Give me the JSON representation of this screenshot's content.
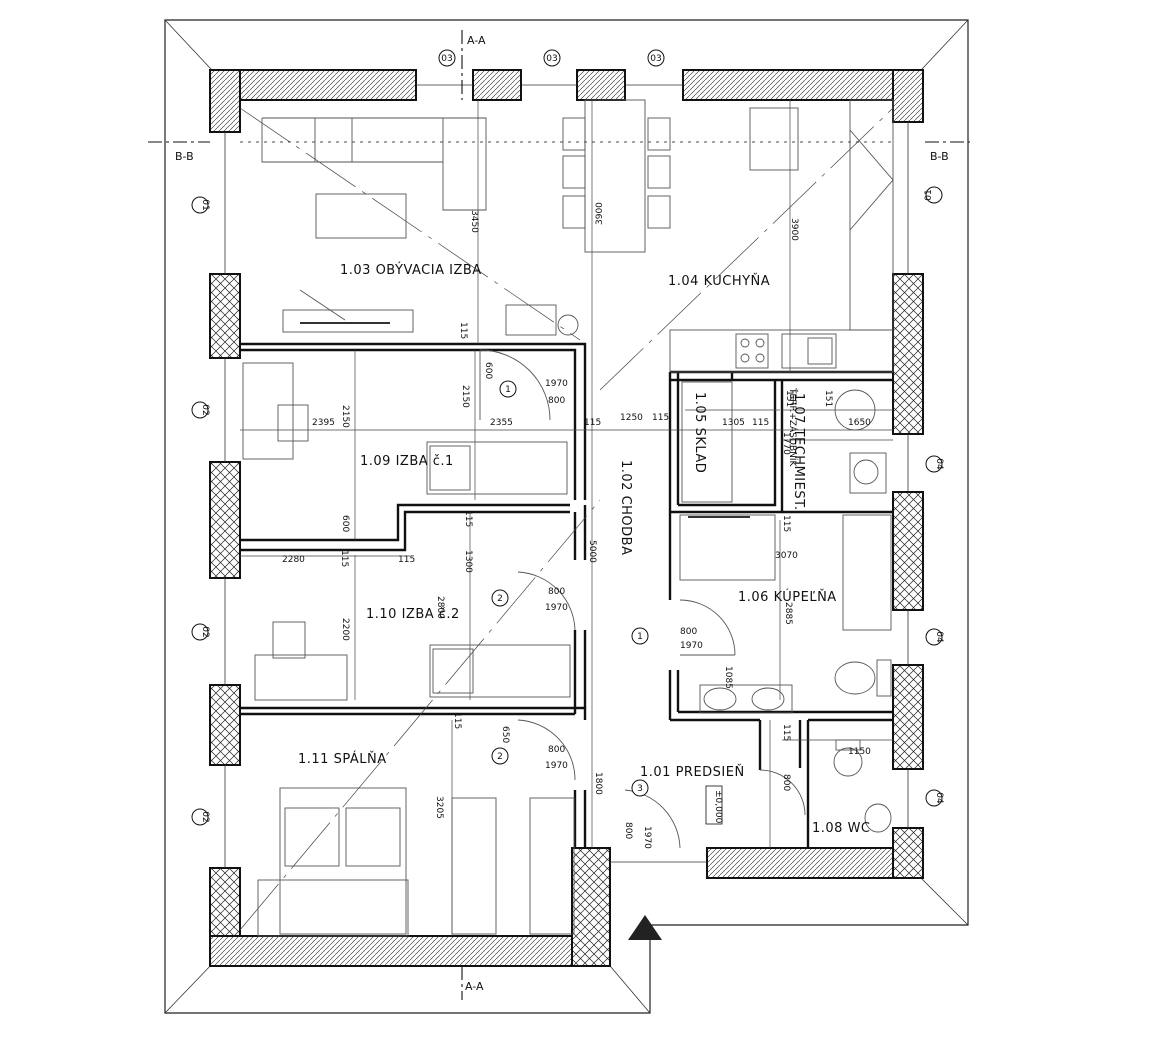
{
  "rooms": {
    "obyvacia": "1.03 OBÝVACIA IZBA",
    "kuchyna": "1.04 KUCHYŇA",
    "izba1": "1.09 IZBA č.1",
    "izba2": "1.10 IZBA č.2",
    "spalna": "1.11 SPÁLŇA",
    "chodba": "1.02 CHODBA",
    "sklad": "1.05 SKLAD",
    "techmiest": "1.07 TECHMIEST.",
    "techsub": "ŤERP.+ZÁSOBNÍK",
    "kupelna": "1.06 KÚPEĽŇA",
    "predsien": "1.01 PREDSIEŇ",
    "wc": "1.08 WC"
  },
  "sections": {
    "aa": "A-A",
    "bb": "B-B"
  },
  "level": "±0,000",
  "window_tags": {
    "top": [
      "03",
      "03",
      "03"
    ],
    "left": [
      "01",
      "02",
      "02",
      "02"
    ],
    "right": [
      "01",
      "04",
      "04",
      "04"
    ]
  },
  "door_tags": {
    "d1a": "1",
    "d2": "2",
    "d2b": "2",
    "d3": "3",
    "d1b": "1"
  },
  "dimensions": {
    "d3450": "3450",
    "d3900a": "3900",
    "d3900b": "3900",
    "d115a": "115",
    "d600a": "600",
    "d2150a": "2150",
    "d2150b": "2150",
    "d1970a": "1970",
    "d800a": "800",
    "d2395": "2395",
    "d2355": "2355",
    "d115b": "115",
    "d1250": "1250",
    "d115c": "115",
    "d1305": "1305",
    "d115d": "115",
    "d1650": "1650",
    "d1770": "1770",
    "d151a": "151",
    "d151b": "151",
    "d600b": "600",
    "d115e": "115",
    "d2280": "2280",
    "d115f": "115",
    "d115g": "115",
    "d1300": "1300",
    "d5000": "5000",
    "d800b": "800",
    "d1970b": "1970",
    "d3070": "3070",
    "d115h": "115",
    "d2200": "2200",
    "d2800": "2800",
    "d800c": "800",
    "d1970c": "1970",
    "d2885": "2885",
    "d1085": "1085",
    "d115i": "115",
    "d650": "650",
    "d800d": "800",
    "d1970d": "1970",
    "d115j": "115",
    "d1150": "1150",
    "d1800": "1800",
    "d800e": "800",
    "d3205": "3205",
    "d800f": "800",
    "d1970e": "1970"
  }
}
